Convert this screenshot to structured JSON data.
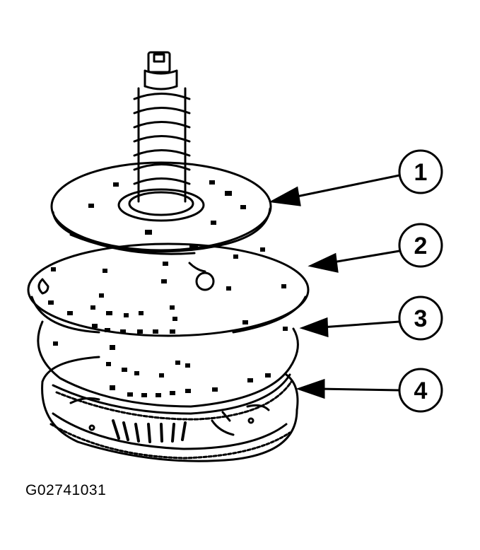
{
  "figure": {
    "code": "G02741031",
    "callouts": [
      {
        "id": "1",
        "label": "1"
      },
      {
        "id": "2",
        "label": "2"
      },
      {
        "id": "3",
        "label": "3"
      },
      {
        "id": "4",
        "label": "4"
      }
    ]
  },
  "colors": {
    "ink": "#000000",
    "paper": "#ffffff"
  }
}
